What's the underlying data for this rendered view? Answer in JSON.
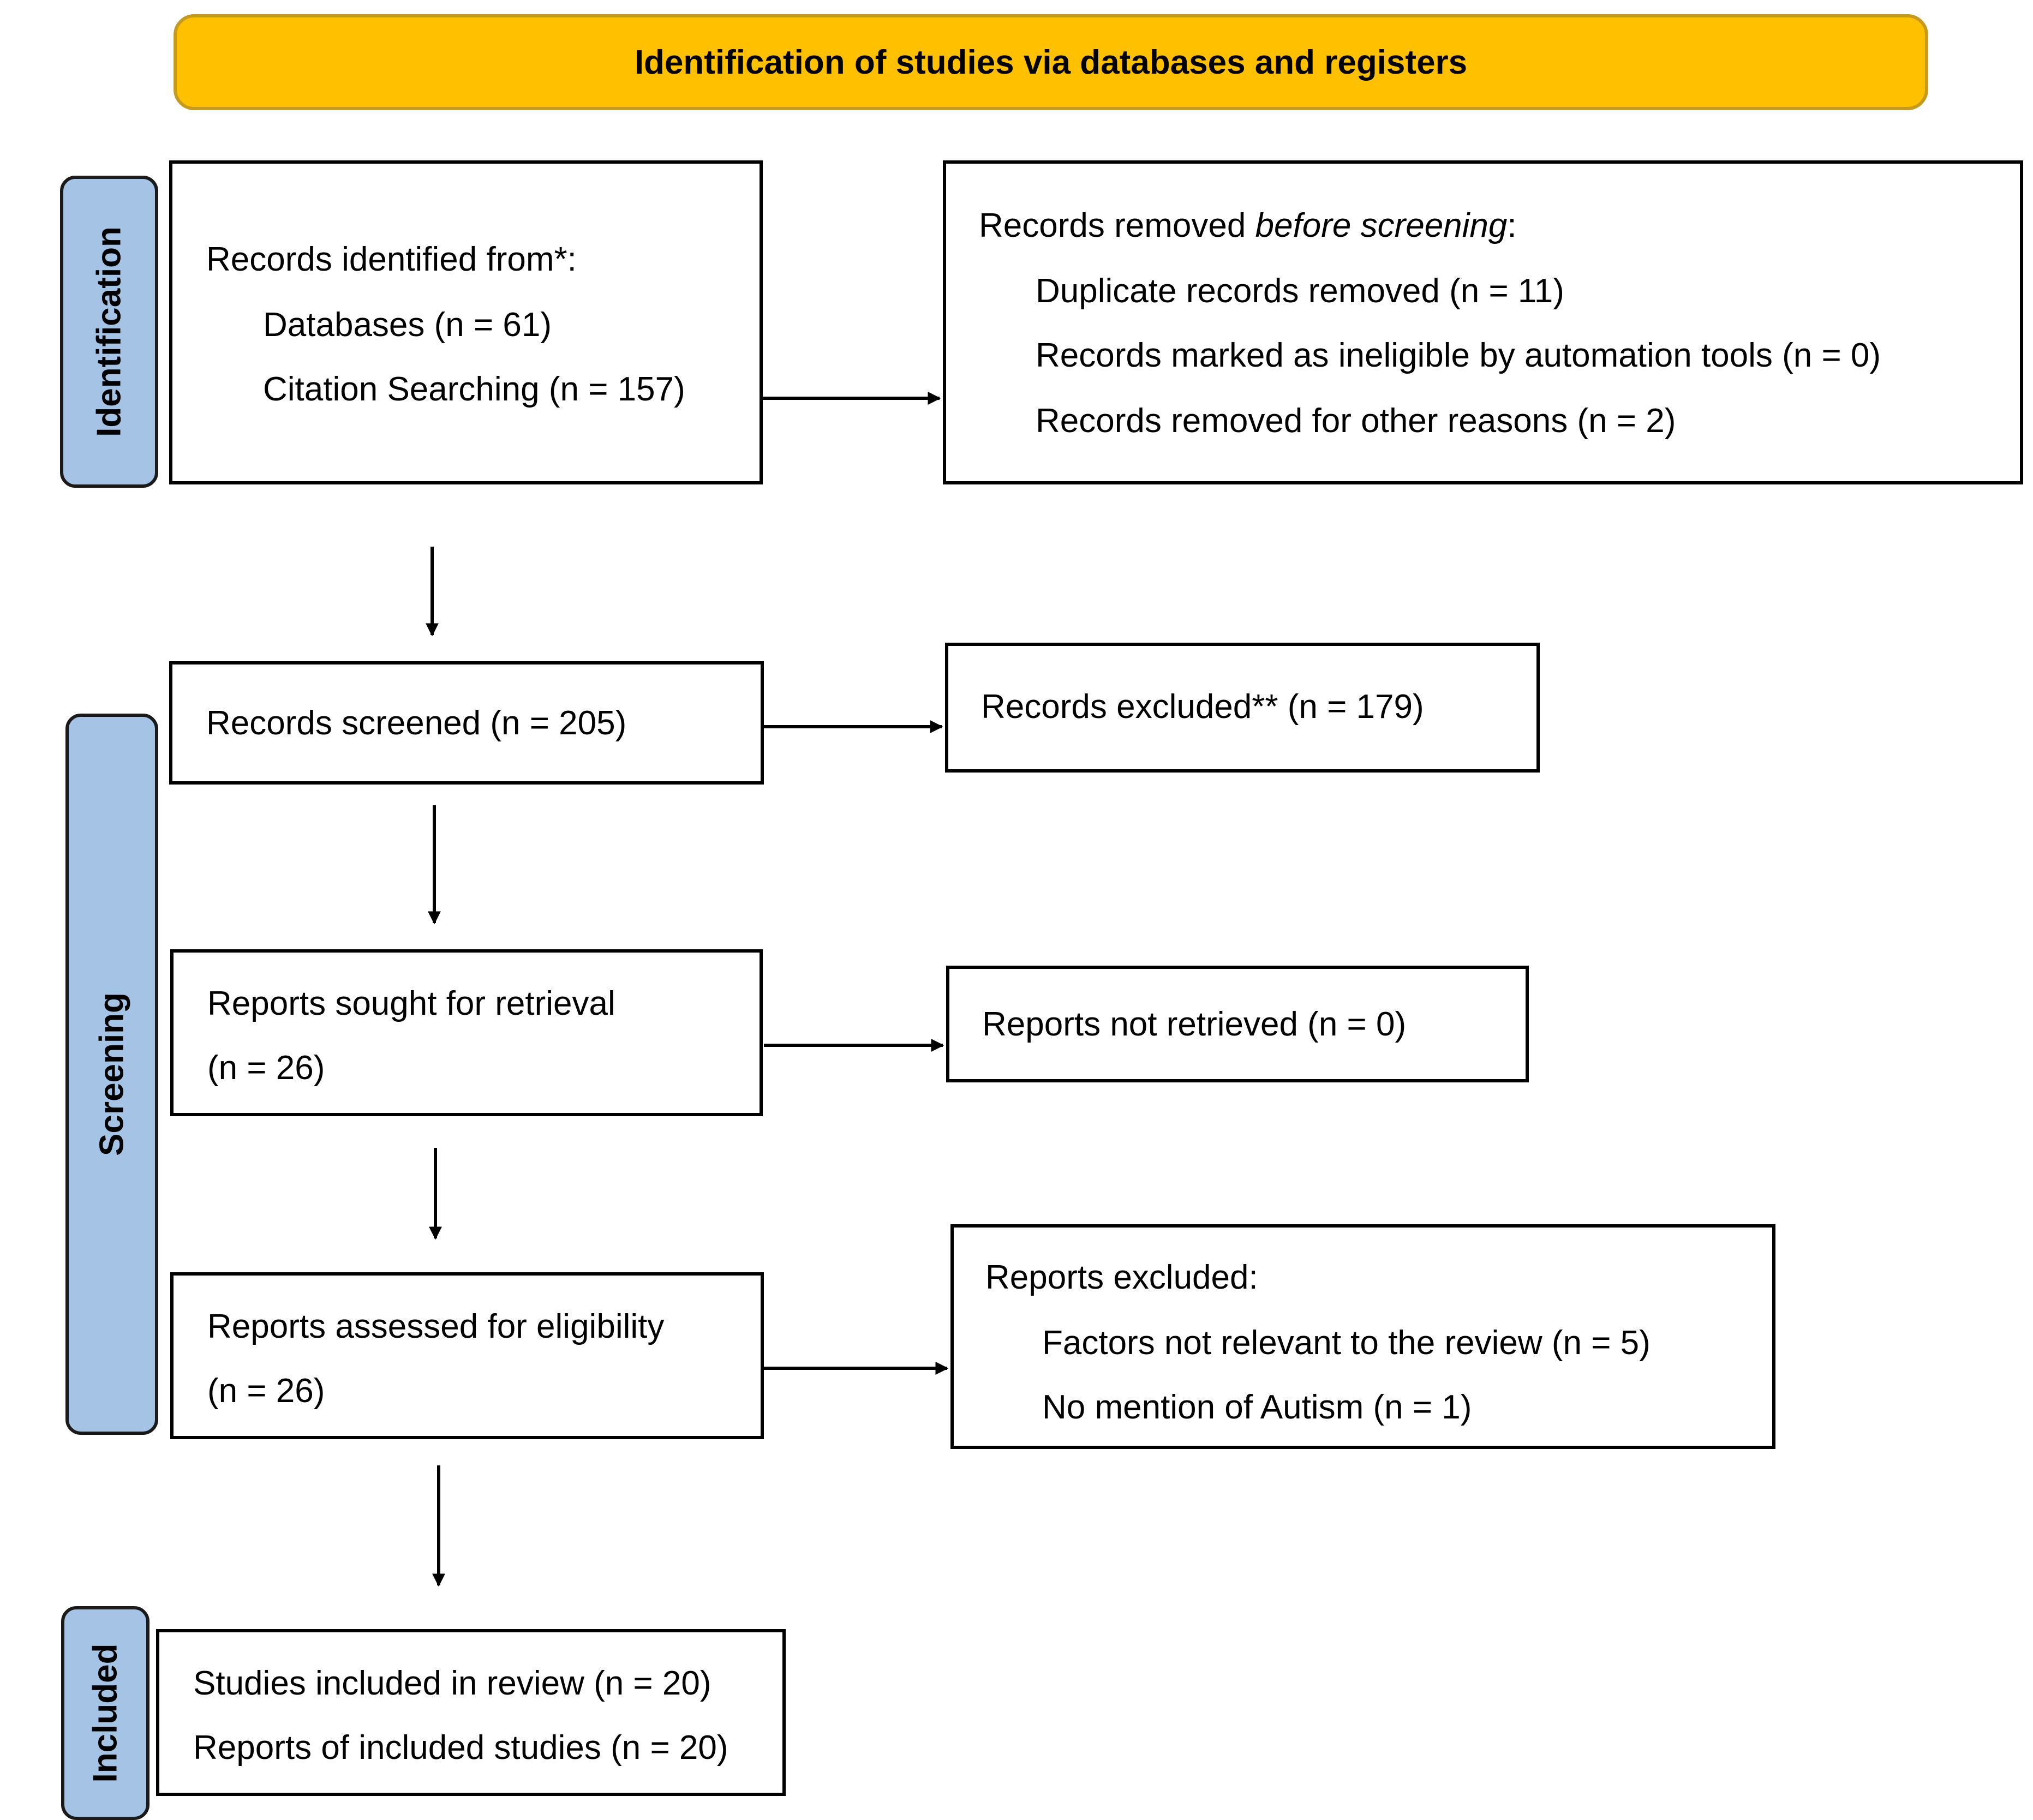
{
  "header": {
    "title": "Identification of studies via databases and registers"
  },
  "phases": {
    "identification": "Identification",
    "screening": "Screening",
    "included": "Included"
  },
  "identified": {
    "heading": "Records identified from*:",
    "databases": "Databases (n = 61)",
    "citation": "Citation Searching (n = 157)"
  },
  "removed": {
    "heading_prefix": "Records removed ",
    "heading_italic": "before screening",
    "heading_suffix": ":",
    "duplicates": "Duplicate records removed (n = 11)",
    "automation": "Records marked as ineligible by automation tools (n = 0)",
    "other": "Records removed for other reasons (n = 2)"
  },
  "screened": {
    "text": "Records screened (n = 205)"
  },
  "excluded": {
    "text": "Records excluded** (n = 179)"
  },
  "sought": {
    "line1": "Reports sought for retrieval",
    "line2": "(n = 26)"
  },
  "not_retrieved": {
    "text": "Reports not retrieved (n = 0)"
  },
  "assessed": {
    "line1": "Reports assessed for eligibility",
    "line2": "(n = 26)"
  },
  "reports_excluded": {
    "heading": "Reports excluded:",
    "factors": "Factors not relevant to the review (n = 5)",
    "autism": "No mention of Autism (n = 1)"
  },
  "included_box": {
    "studies": "Studies included in review (n = 20)",
    "reports": "Reports of included studies (n = 20)"
  },
  "colors": {
    "header_fill": "#FFC000",
    "phase_fill": "#A5C3E4"
  }
}
